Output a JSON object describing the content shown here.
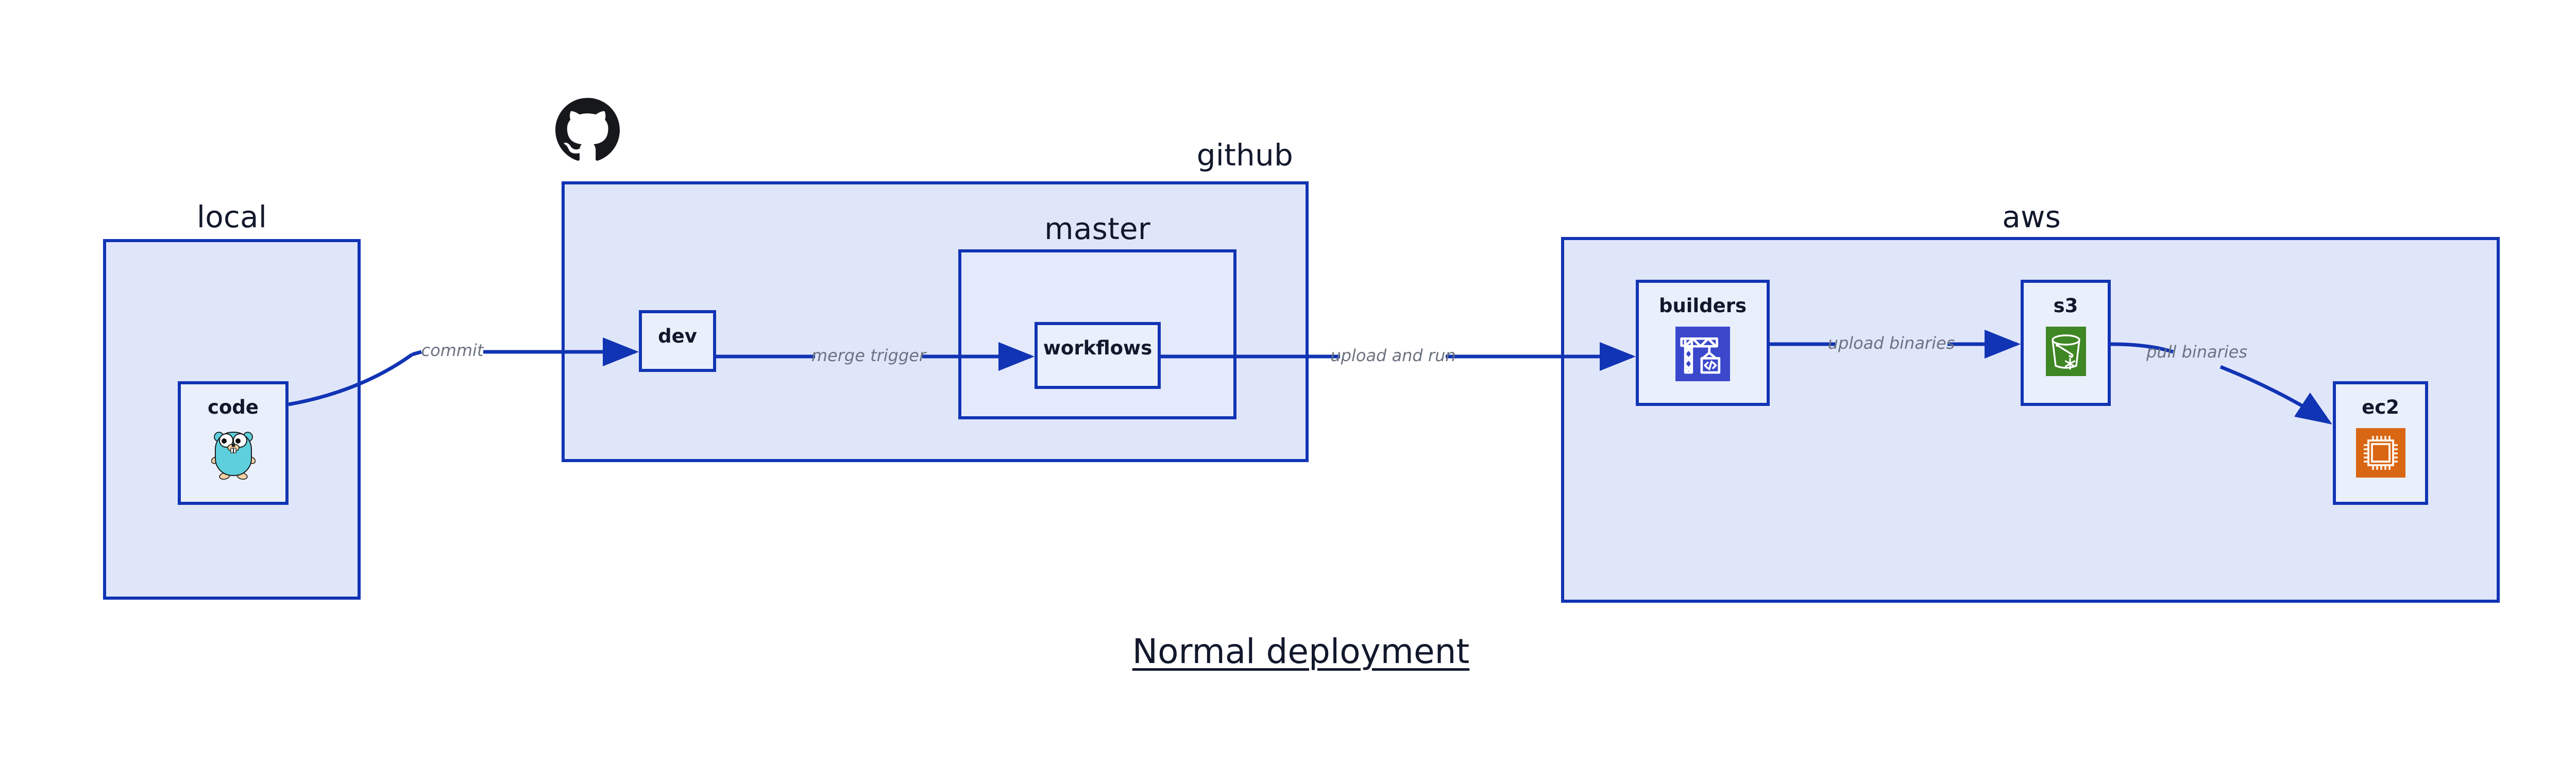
{
  "diagram": {
    "title": "Normal deployment",
    "background_color": "#ffffff",
    "accent_color": "#1134b4",
    "group_fill": "#e0e6fa",
    "node_fill": "#eaeffc",
    "label_color": "#12182c",
    "edge_label_color": "#6b7280"
  },
  "groups": [
    {
      "id": "local",
      "label": "local"
    },
    {
      "id": "github",
      "label": "github"
    },
    {
      "id": "master",
      "label": "master"
    },
    {
      "id": "aws",
      "label": "aws"
    }
  ],
  "nodes": [
    {
      "id": "code",
      "label": "code",
      "icon": "go-gopher-icon",
      "icon_color": "#5ecfdc"
    },
    {
      "id": "dev",
      "label": "dev",
      "icon": null,
      "icon_color": null
    },
    {
      "id": "workflows",
      "label": "workflows",
      "icon": null,
      "icon_color": null
    },
    {
      "id": "builders",
      "label": "builders",
      "icon": "aws-codebuild-icon",
      "icon_color": "#3b48cc"
    },
    {
      "id": "s3",
      "label": "s3",
      "icon": "aws-s3-icon",
      "icon_color": "#3f8624"
    },
    {
      "id": "ec2",
      "label": "ec2",
      "icon": "aws-ec2-icon",
      "icon_color": "#d86613"
    }
  ],
  "edges": [
    {
      "id": "commit",
      "from": "code",
      "to": "dev",
      "label": "commit"
    },
    {
      "id": "merge-trigger",
      "from": "dev",
      "to": "workflows",
      "label": "merge trigger"
    },
    {
      "id": "upload-and-run",
      "from": "workflows",
      "to": "builders",
      "label": "upload and run"
    },
    {
      "id": "upload-binaries",
      "from": "builders",
      "to": "s3",
      "label": "upload binaries"
    },
    {
      "id": "pull-binaries",
      "from": "s3",
      "to": "ec2",
      "label": "pull binaries"
    }
  ],
  "logos": [
    {
      "id": "github-octocat",
      "name": "github-octocat-logo"
    }
  ]
}
